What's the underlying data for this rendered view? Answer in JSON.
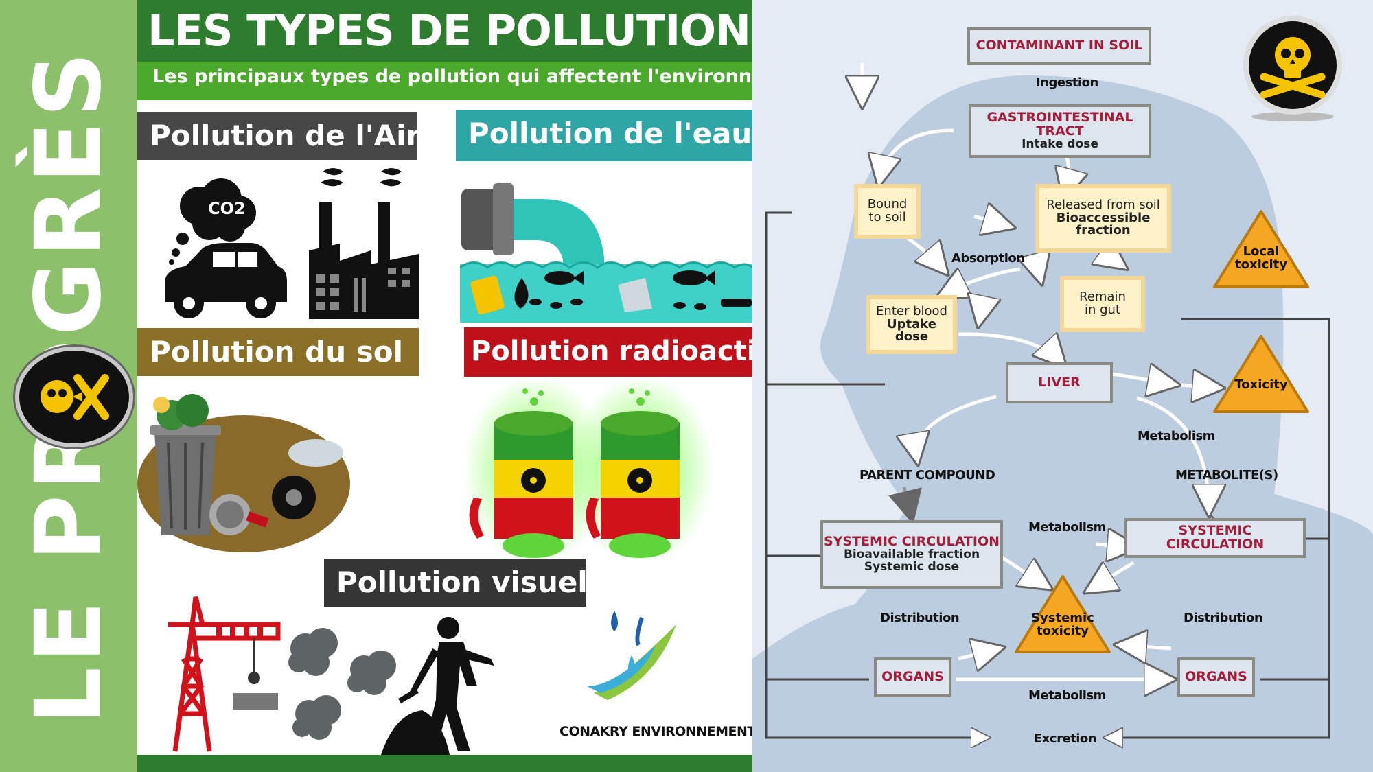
{
  "brand": {
    "name": "LE PROGRÈS"
  },
  "header": {
    "title": "LES TYPES DE POLLUTION",
    "subtitle": "Les principaux types de pollution qui affectent l'environnement"
  },
  "sections": {
    "air": "Pollution de l'Air",
    "eau": "Pollution de l'eau",
    "sol": "Pollution du sol",
    "radio": "Pollution radioactive",
    "visuelle": "Pollution visuelle"
  },
  "icons": {
    "co2": "CO2"
  },
  "source": "CONAKRY ENVIRONNEMENT",
  "diagram": {
    "contaminant": "CONTAMINANT IN SOIL",
    "ingestion": "Ingestion",
    "gi_title": "GASTROINTESTINAL TRACT",
    "gi_sub": "Intake dose",
    "bound_1": "Bound",
    "bound_2": "to soil",
    "released_1": "Released from soil",
    "released_2": "Bioaccessible",
    "released_3": "fraction",
    "local_1": "Local",
    "local_2": "toxicity",
    "absorption": "Absorption",
    "remain_1": "Remain",
    "remain_2": "in gut",
    "enter_1": "Enter blood",
    "enter_2": "Uptake dose",
    "liver": "LIVER",
    "toxicity": "Toxicity",
    "metabolism": "Metabolism",
    "parent": "PARENT COMPOUND",
    "metabolites": "METABOLITE(S)",
    "sys1_title": "SYSTEMIC CIRCULATION",
    "sys1_l2": "Bioavailable fraction",
    "sys1_l3": "Systemic dose",
    "sys2_title": "SYSTEMIC CIRCULATION",
    "systox_1": "Systemic",
    "systox_2": "toxicity",
    "distribution": "Distribution",
    "organs": "ORGANS",
    "excretion": "Excretion"
  },
  "colors": {
    "dark_green": "#2e7d2e",
    "light_green": "#4aa82a",
    "brand_green": "#8cc06a",
    "teal": "#2ea6a6",
    "soil_brown": "#8a7027",
    "radio_red": "#c0111a",
    "warning_orange": "#f5a623",
    "box_red_text": "#a31e3a"
  }
}
